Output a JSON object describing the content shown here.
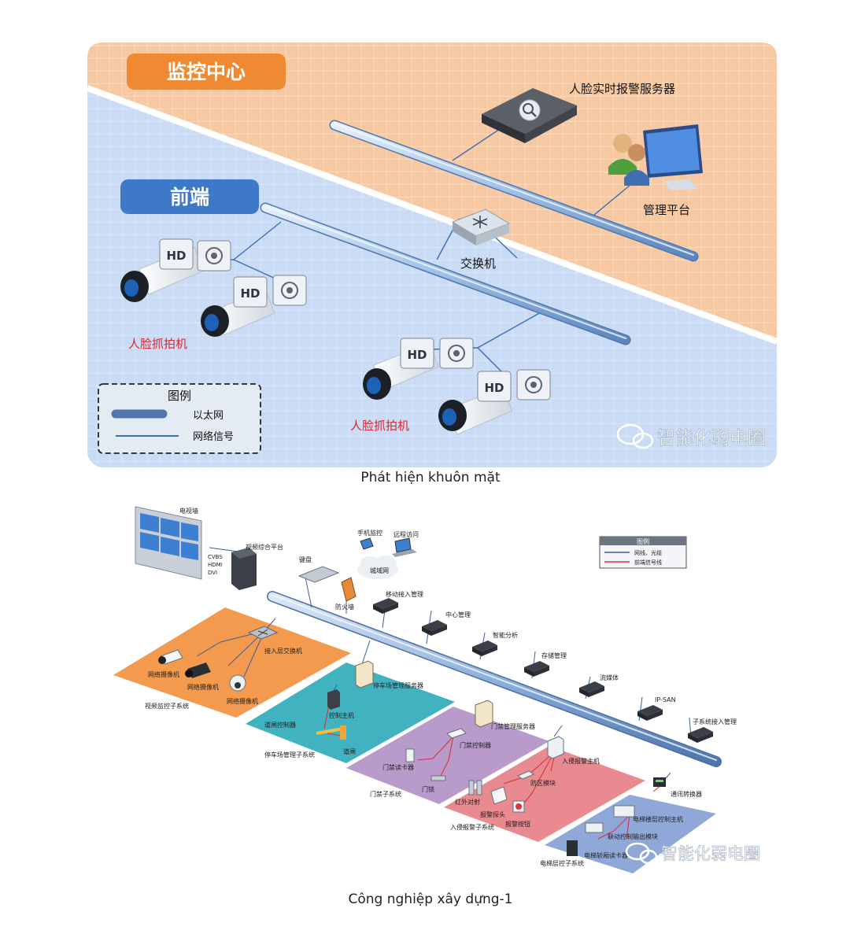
{
  "diagram1": {
    "monitor_center_label": "监控中心",
    "frontend_label": "前端",
    "alarm_server_label": "人脸实时报警服务器",
    "management_label": "管理平台",
    "switch_label": "交换机",
    "camera_label": "人脸抓拍机",
    "hd_text": "HD",
    "legend_title": "图例",
    "legend_ethernet": "以太网",
    "legend_signal": "网络信号",
    "watermark": "智能化弱电圈",
    "colors": {
      "orange": "#f7c9a3",
      "blue": "#c9dbf5",
      "header_orange": "#ef8a33",
      "header_blue": "#3e78c9",
      "red_text": "#e0232f"
    }
  },
  "caption1": "Phát hiện khuôn mặt",
  "diagram2": {
    "tv_wall": "电视墙",
    "video_platform": "视频综合平台",
    "cvbs": "CVBS",
    "hdmi": "HDMI",
    "dvi": "DVI",
    "keyboard": "键盘",
    "mobile_monitor": "手机监控",
    "remote_access": "远程访问",
    "wan": "城域网",
    "firewall": "防火墙",
    "mobile_access": "移动接入管理",
    "center_mgmt": "中心管理",
    "smart_analysis": "智能分析",
    "storage_mgmt": "存储管理",
    "streaming": "流媒体",
    "ipsan": "IP-SAN",
    "subsystem_access": "子系统接入管理",
    "legend_title": "图例",
    "legend_fiber": "网线、光缆",
    "legend_frontend": "前端信号线",
    "access_switch": "接入层交换机",
    "cam1": "网络摄像机",
    "cam2": "网络摄像机",
    "cam3": "网络摄像机",
    "video_subsystem": "视频监控子系统",
    "parking_server": "停车场管理服务器",
    "control_host": "控制主机",
    "gate_controller": "道闸控制器",
    "barrier": "道闸",
    "parking_subsystem": "停车场管理子系统",
    "door_server": "门禁管理服务器",
    "door_controller": "门禁控制器",
    "door_reader": "门禁读卡器",
    "door_lock": "门锁",
    "door_subsystem": "门禁子系统",
    "intrusion_host": "入侵报警主机",
    "zone_module": "防区模块",
    "ir_beam": "红外对射",
    "alarm_probe": "报警探头",
    "alarm_button": "报警按钮",
    "intrusion_subsystem": "入侵报警子系统",
    "comm_converter": "通讯转换器",
    "elevator_ctrl": "电梯楼层控制主机",
    "linkage_module": "联动控制输出模块",
    "elevator_reader": "电梯轿厢读卡器",
    "elevator_subsystem": "电梯层控子系统",
    "watermark": "智能化弱电圈"
  },
  "caption2": "Công nghiệp xây dựng-1"
}
